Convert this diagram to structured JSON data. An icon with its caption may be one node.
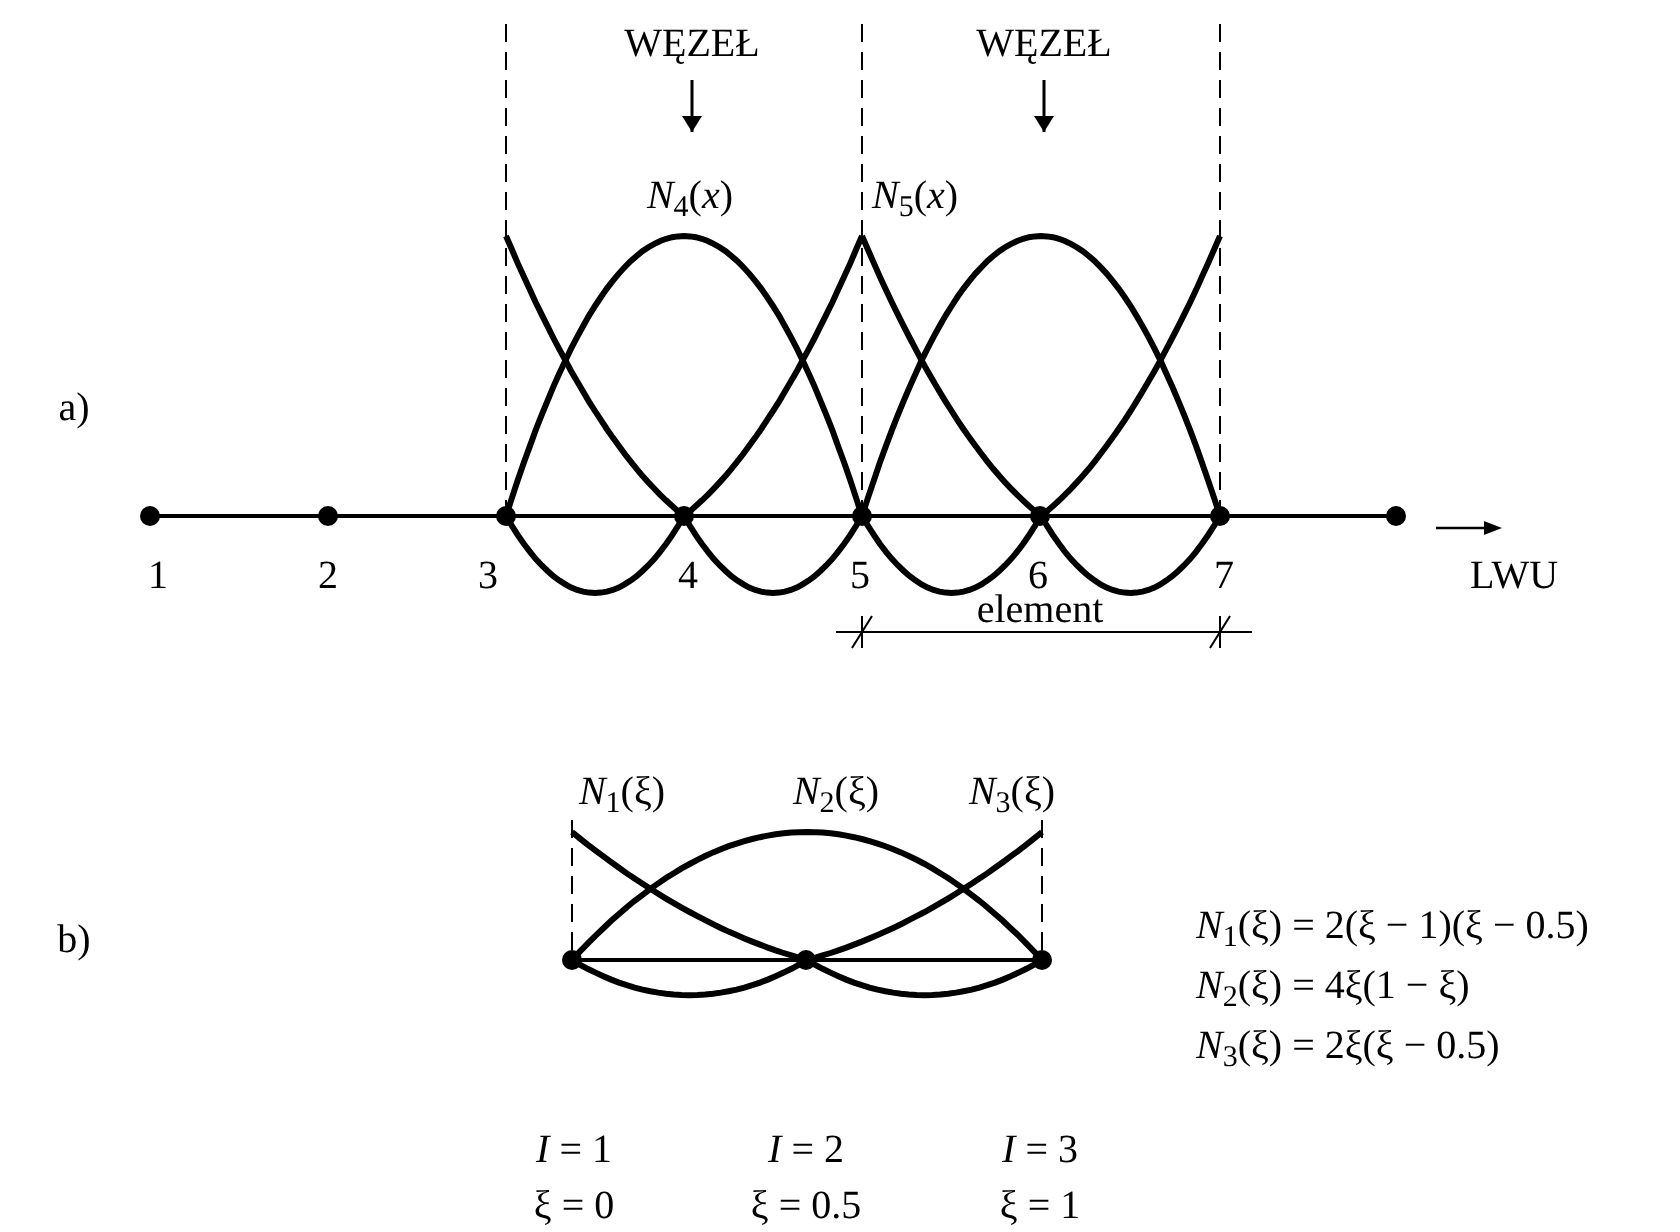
{
  "diagram": {
    "nodes": [
      {
        "text": [
          "WĘZEŁ"
        ]
      },
      {
        "text": [
          "WĘZEŁ"
        ]
      }
    ],
    "edges": [
      {
        "from": 0,
        "to": null,
        "arrow": "to"
      },
      {
        "from": 1,
        "to": null,
        "arrow": "to"
      }
    ],
    "labels": [
      "a)",
      "*N*$_{4}$(*x*)",
      "*N*$_{5}$(*x*)",
      "1",
      "2",
      "3",
      "4",
      "5",
      "6",
      "7",
      "LWU",
      "element",
      "b)",
      "*N*$_{1}$(ξ)",
      "*N*$_{2}$(ξ)",
      "*N*$_{3}$(ξ)",
      "*N*$_{1}$(ξ) = 2(ξ − 1)(ξ − 0.5)",
      "*N*$_{2}$(ξ) = 4ξ(1 − ξ)",
      "*N*$_{3}$(ξ) = 2ξ(ξ − 0.5)",
      "*I* = 1",
      "*I* = 2",
      "*I* = 3",
      "ξ = 0",
      "ξ = 0.5",
      "ξ = 1"
    ]
  }
}
